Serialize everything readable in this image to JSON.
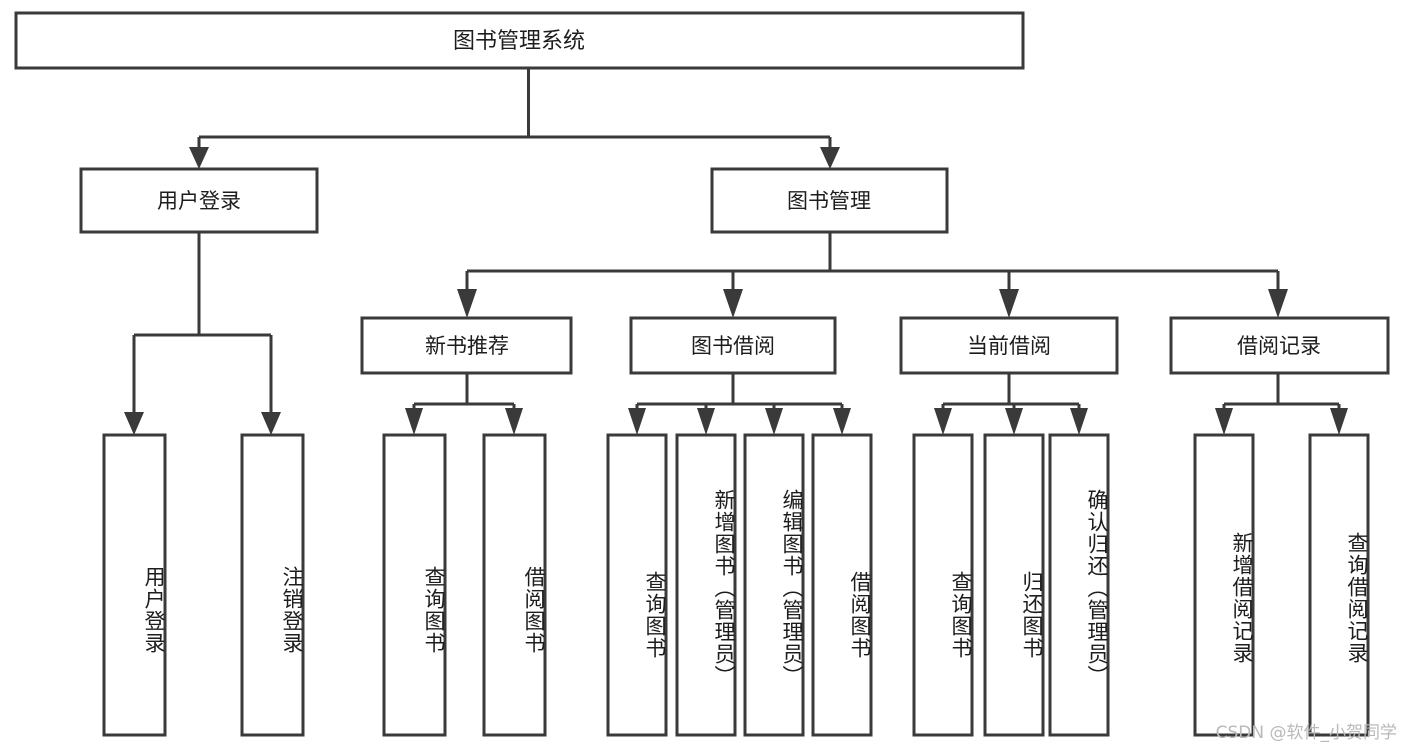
{
  "diagram": {
    "type": "tree",
    "title": "图书管理系统",
    "watermark": "CSDN @软件_小贺同学",
    "nodes": {
      "root": {
        "label": "图书管理系统"
      },
      "level2": [
        {
          "id": "user-login",
          "label": "用户登录"
        },
        {
          "id": "book-management",
          "label": "图书管理"
        }
      ],
      "level3": [
        {
          "id": "new-book-recommend",
          "label": "新书推荐"
        },
        {
          "id": "book-borrow",
          "label": "图书借阅"
        },
        {
          "id": "current-borrow",
          "label": "当前借阅"
        },
        {
          "id": "borrow-record",
          "label": "借阅记录"
        }
      ],
      "leaves": [
        {
          "id": "leaf-user-login",
          "label": "用户登录",
          "parent": "user-login"
        },
        {
          "id": "leaf-logout",
          "label": "注销登录",
          "parent": "user-login"
        },
        {
          "id": "leaf-query-book-1",
          "label": "查询图书",
          "parent": "new-book-recommend"
        },
        {
          "id": "leaf-borrow-book-1",
          "label": "借阅图书",
          "parent": "new-book-recommend"
        },
        {
          "id": "leaf-query-book-2",
          "label": "查询图书",
          "parent": "book-borrow"
        },
        {
          "id": "leaf-add-book",
          "label": "新增图书（管理员）",
          "parent": "book-borrow"
        },
        {
          "id": "leaf-edit-book",
          "label": "编辑图书（管理员）",
          "parent": "book-borrow"
        },
        {
          "id": "leaf-borrow-book-2",
          "label": "借阅图书",
          "parent": "book-borrow"
        },
        {
          "id": "leaf-query-book-3",
          "label": "查询图书",
          "parent": "current-borrow"
        },
        {
          "id": "leaf-return-book",
          "label": "归还图书",
          "parent": "current-borrow"
        },
        {
          "id": "leaf-confirm-return",
          "label": "确认归还（管理员）",
          "parent": "current-borrow"
        },
        {
          "id": "leaf-add-record",
          "label": "新增借阅记录",
          "parent": "borrow-record"
        },
        {
          "id": "leaf-query-record",
          "label": "查询借阅记录",
          "parent": "borrow-record"
        }
      ]
    },
    "colors": {
      "stroke": "#3a3a3a",
      "fill": "#ffffff",
      "text": "#1d1d1d",
      "watermark": "#b9b9b9"
    }
  }
}
